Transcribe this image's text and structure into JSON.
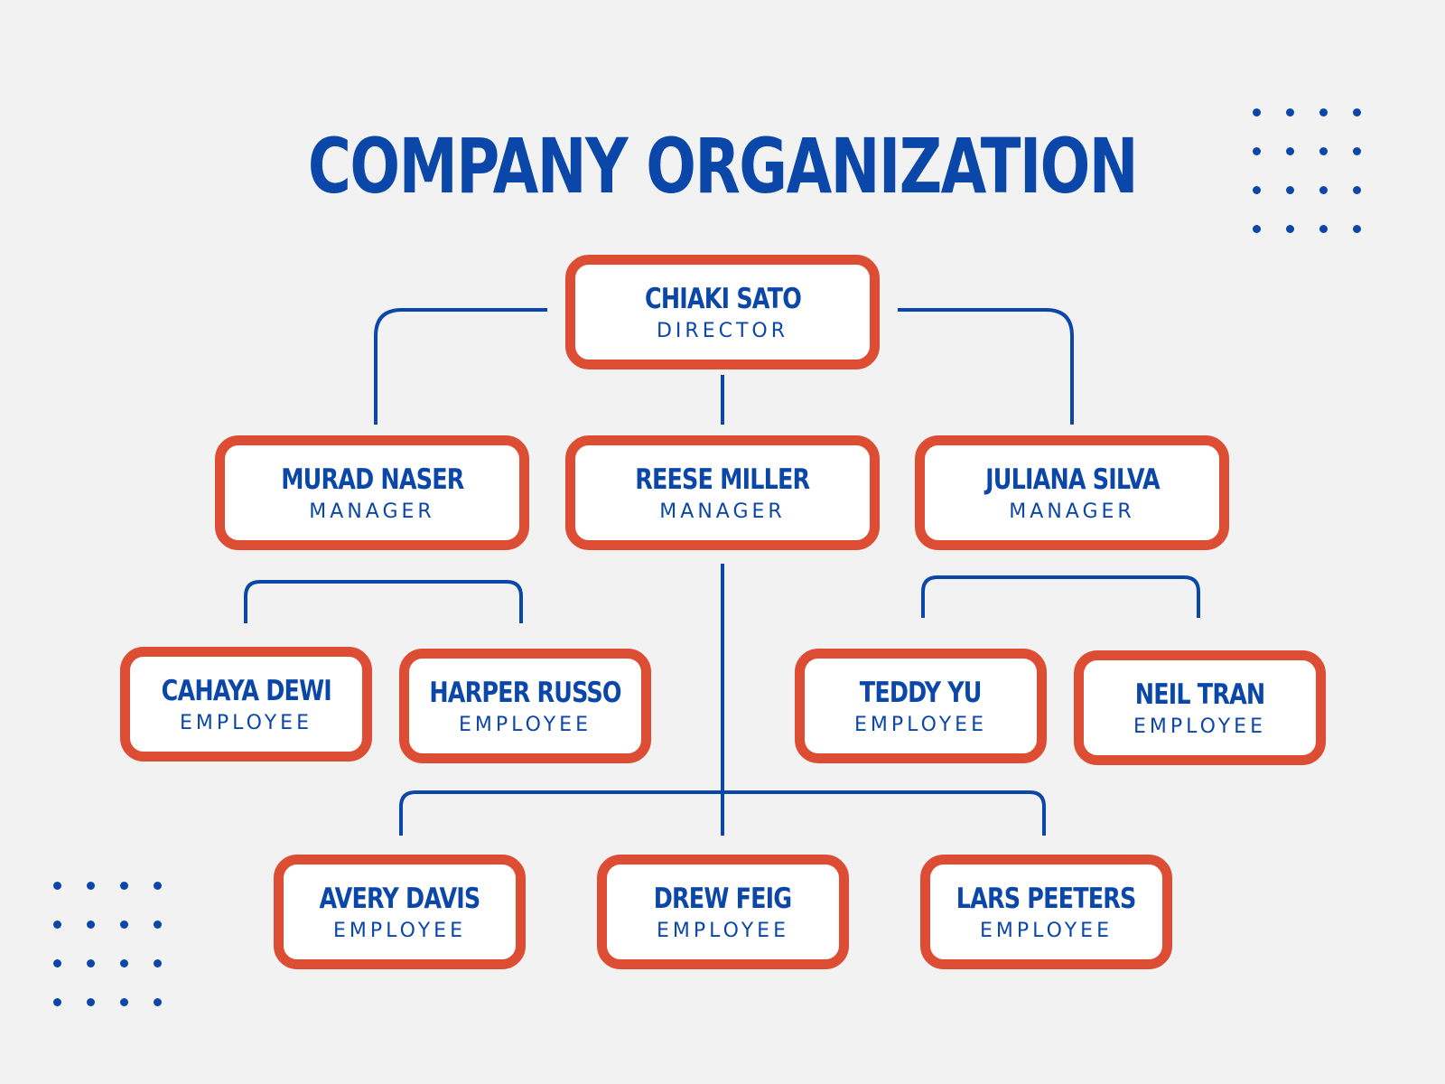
{
  "colors": {
    "background": "#f2f2f2",
    "accent": "#0b47a8",
    "box_border": "#dd4d33",
    "box_fill": "#ffffff"
  },
  "title": "COMPANY ORGANIZATION",
  "nodes": {
    "director": {
      "name": "CHIAKI SATO",
      "role": "DIRECTOR"
    },
    "manager_murad": {
      "name": "MURAD NASER",
      "role": "MANAGER"
    },
    "manager_reese": {
      "name": "REESE MILLER",
      "role": "MANAGER"
    },
    "manager_juliana": {
      "name": "JULIANA SILVA",
      "role": "MANAGER"
    },
    "employee_cahaya": {
      "name": "CAHAYA DEWI",
      "role": "EMPLOYEE"
    },
    "employee_harper": {
      "name": "HARPER RUSSO",
      "role": "EMPLOYEE"
    },
    "employee_teddy": {
      "name": "TEDDY YU",
      "role": "EMPLOYEE"
    },
    "employee_neil": {
      "name": "NEIL TRAN",
      "role": "EMPLOYEE"
    },
    "employee_avery": {
      "name": "AVERY DAVIS",
      "role": "EMPLOYEE"
    },
    "employee_drew": {
      "name": "DREW FEIG",
      "role": "EMPLOYEE"
    },
    "employee_lars": {
      "name": "LARS PEETERS",
      "role": "EMPLOYEE"
    }
  },
  "hierarchy": [
    {
      "from": "director",
      "to": [
        "manager_murad",
        "manager_reese",
        "manager_juliana"
      ]
    },
    {
      "from": "manager_murad",
      "to": [
        "employee_cahaya",
        "employee_harper"
      ]
    },
    {
      "from": "manager_juliana",
      "to": [
        "employee_teddy",
        "employee_neil"
      ]
    },
    {
      "from": "manager_reese",
      "to": [
        "employee_avery",
        "employee_drew",
        "employee_lars"
      ]
    }
  ]
}
